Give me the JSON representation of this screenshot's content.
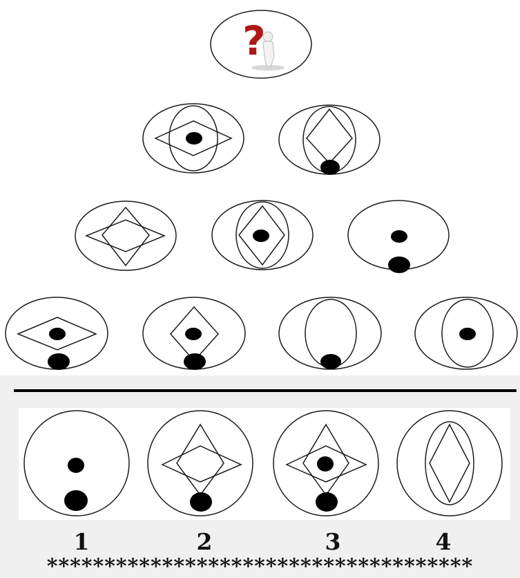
{
  "puzzle": {
    "top_icon": "question-mark-figure-icon",
    "rows": [
      [
        {
          "shape": "unknown"
        }
      ],
      [
        {
          "shape": "ellipse+wide-diamond+center-dot"
        },
        {
          "shape": "ellipse+tall-diamond+bottom-dot"
        }
      ],
      [
        {
          "shape": "four-point-star"
        },
        {
          "shape": "ellipse+tall-diamond+center-dot"
        },
        {
          "shape": "center-dot+bottom-dot"
        }
      ],
      [
        {
          "shape": "wide-diamond+center-dot+bottom-dot"
        },
        {
          "shape": "small-diamond+center-dot+bottom-dot"
        },
        {
          "shape": "ellipse+bottom-dot"
        },
        {
          "shape": "ellipse+center-dot"
        }
      ]
    ]
  },
  "options": [
    {
      "label": "1",
      "shape": "center-dot+bottom-dot"
    },
    {
      "label": "2",
      "shape": "four-point-star+bottom-dot"
    },
    {
      "label": "3",
      "shape": "four-point-star+center-dot+bottom-dot"
    },
    {
      "label": "4",
      "shape": "ellipse+tall-diamond"
    }
  ],
  "footer": {
    "stars": "*************************************"
  },
  "colors": {
    "stroke": "#1a1a1a",
    "fill": "#000000",
    "panel_bg": "#ffffff",
    "page_bg": "#f0f0f0"
  }
}
